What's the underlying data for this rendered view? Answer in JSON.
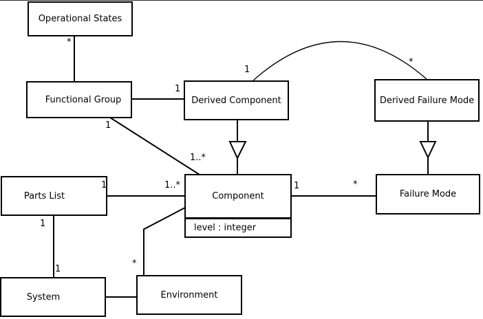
{
  "diagram": {
    "type": "uml-class-diagram",
    "background_color": "#ffffff",
    "line_color": "#000000",
    "classes": [
      {
        "name": "Operational States"
      },
      {
        "name": "Functional Group"
      },
      {
        "name": "Derived Component"
      },
      {
        "name": "Derived Failure Mode"
      },
      {
        "name": "Parts List"
      },
      {
        "name": "Component",
        "attributes": [
          "level : integer"
        ]
      },
      {
        "name": "Failure Mode"
      },
      {
        "name": "System"
      },
      {
        "name": "Environment"
      }
    ],
    "edges": [
      {
        "from": "Operational States",
        "to": "Functional Group",
        "type": "association",
        "labels": [
          "*"
        ]
      },
      {
        "from": "Functional Group",
        "to": "Derived Component",
        "type": "association",
        "labels": [
          "1"
        ]
      },
      {
        "from": "Functional Group",
        "to": "Component",
        "type": "association",
        "labels": [
          "1",
          "1..*"
        ]
      },
      {
        "from": "Derived Component",
        "to": "Derived Failure Mode",
        "type": "association-arc",
        "labels": [
          "1",
          "*"
        ]
      },
      {
        "from": "Derived Component",
        "to": "Component",
        "type": "generalization"
      },
      {
        "from": "Derived Failure Mode",
        "to": "Failure Mode",
        "type": "generalization"
      },
      {
        "from": "Parts List",
        "to": "Component",
        "type": "association",
        "labels": [
          "1",
          "1..*"
        ]
      },
      {
        "from": "Component",
        "to": "Failure Mode",
        "type": "association",
        "labels": [
          "1",
          "*"
        ]
      },
      {
        "from": "Parts List",
        "to": "System",
        "type": "association",
        "labels": [
          "1",
          "1"
        ]
      },
      {
        "from": "System",
        "to": "Environment",
        "type": "association",
        "labels": []
      },
      {
        "from": "Component",
        "to": "Environment",
        "type": "association",
        "labels": [
          "*"
        ]
      }
    ],
    "multiplicity_labels": [
      {
        "text": "*"
      },
      {
        "text": "1"
      },
      {
        "text": "1"
      },
      {
        "text": "*"
      },
      {
        "text": "1"
      },
      {
        "text": "1..*"
      },
      {
        "text": "1"
      },
      {
        "text": "1..*"
      },
      {
        "text": "1"
      },
      {
        "text": "*"
      },
      {
        "text": "1"
      },
      {
        "text": "1"
      },
      {
        "text": "*"
      }
    ]
  }
}
